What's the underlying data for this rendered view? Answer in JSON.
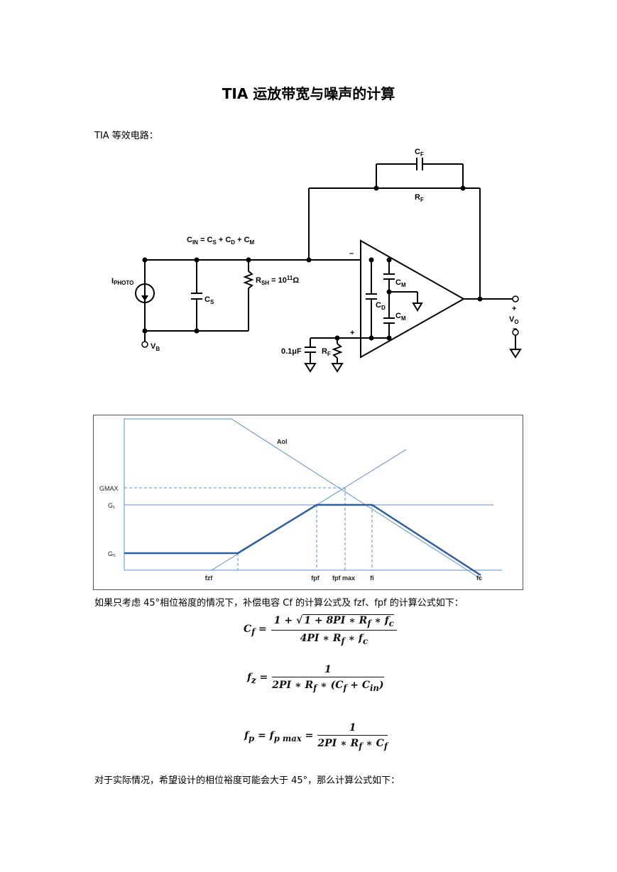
{
  "document": {
    "title": "TIA 运放带宽与噪声的计算",
    "para_circuit": "TIA 等效电路：",
    "para_45": "如果只考虑 45°相位裕度的情况下，补偿电容 Cf 的计算公式及 fzf、fpf 的计算公式如下：",
    "para_actual": "对于实际情况，希望设计的相位裕度可能会大于 45°，那么计算公式如下："
  },
  "circuit": {
    "cf": "C",
    "cf_sub": "F",
    "rf_top": "R",
    "rf_top_sub": "F",
    "cin_eq_1": "C",
    "cin_eq_1_sub": "IN",
    "cin_eq_2": " = C",
    "cin_eq_2_sub": "S",
    "cin_eq_3": " + C",
    "cin_eq_3_sub": "D",
    "cin_eq_4": " + C",
    "cin_eq_4_sub": "M",
    "iphoto": "I",
    "iphoto_sub": "PHOTO",
    "cs": "C",
    "cs_sub": "S",
    "rsh": "R",
    "rsh_sub": "SH",
    "rsh_val": " = 10",
    "rsh_exp": "11",
    "rsh_unit": "Ω",
    "vb": "V",
    "vb_sub": "B",
    "cm_top": "C",
    "cm_top_sub": "M",
    "cd": "C",
    "cd_sub": "D",
    "cm_bot": "C",
    "cm_bot_sub": "M",
    "minus": "–",
    "plus": "+",
    "cap_val": "0.1μF",
    "rf_bot": "R",
    "rf_bot_sub": "F",
    "vo": "V",
    "vo_sub": "O",
    "vo_plus": "+",
    "vo_minus": "–"
  },
  "bode": {
    "aol_label": "Aol",
    "gmax_label": "GMAX",
    "g1_label": "G₁",
    "g0_label": "G₀",
    "x_labels": [
      "fzf",
      "fpf",
      "fpf max",
      "fi",
      "fc"
    ]
  },
  "formulas": {
    "cf_lhs": "C",
    "cf_lhs_sub": "f",
    "cf_num_a": "1 + ",
    "cf_num_sqrt": "1 + 8PI ∗ R",
    "cf_num_sqrt_sub1": "f",
    "cf_num_sqrt_b": " ∗ f",
    "cf_num_sqrt_sub2": "c",
    "cf_den": "4PI ∗ R",
    "cf_den_sub1": "f",
    "cf_den_b": " ∗ f",
    "cf_den_sub2": "c",
    "fz_lhs": "f",
    "fz_lhs_sub": "z",
    "fz_num": "1",
    "fz_den": "2PI ∗ R",
    "fz_den_sub1": "f",
    "fz_den_b": " ∗ (C",
    "fz_den_sub2": "f",
    "fz_den_c": " + C",
    "fz_den_sub3": "in",
    "fz_den_d": ")",
    "fp_lhs": "f",
    "fp_lhs_sub": "p",
    "fp_eq": " = f",
    "fp_eq_sub": "p max",
    "fp_num": "1",
    "fp_den": "2PI ∗ R",
    "fp_den_sub1": "f",
    "fp_den_b": " ∗ C",
    "fp_den_sub2": "f"
  }
}
